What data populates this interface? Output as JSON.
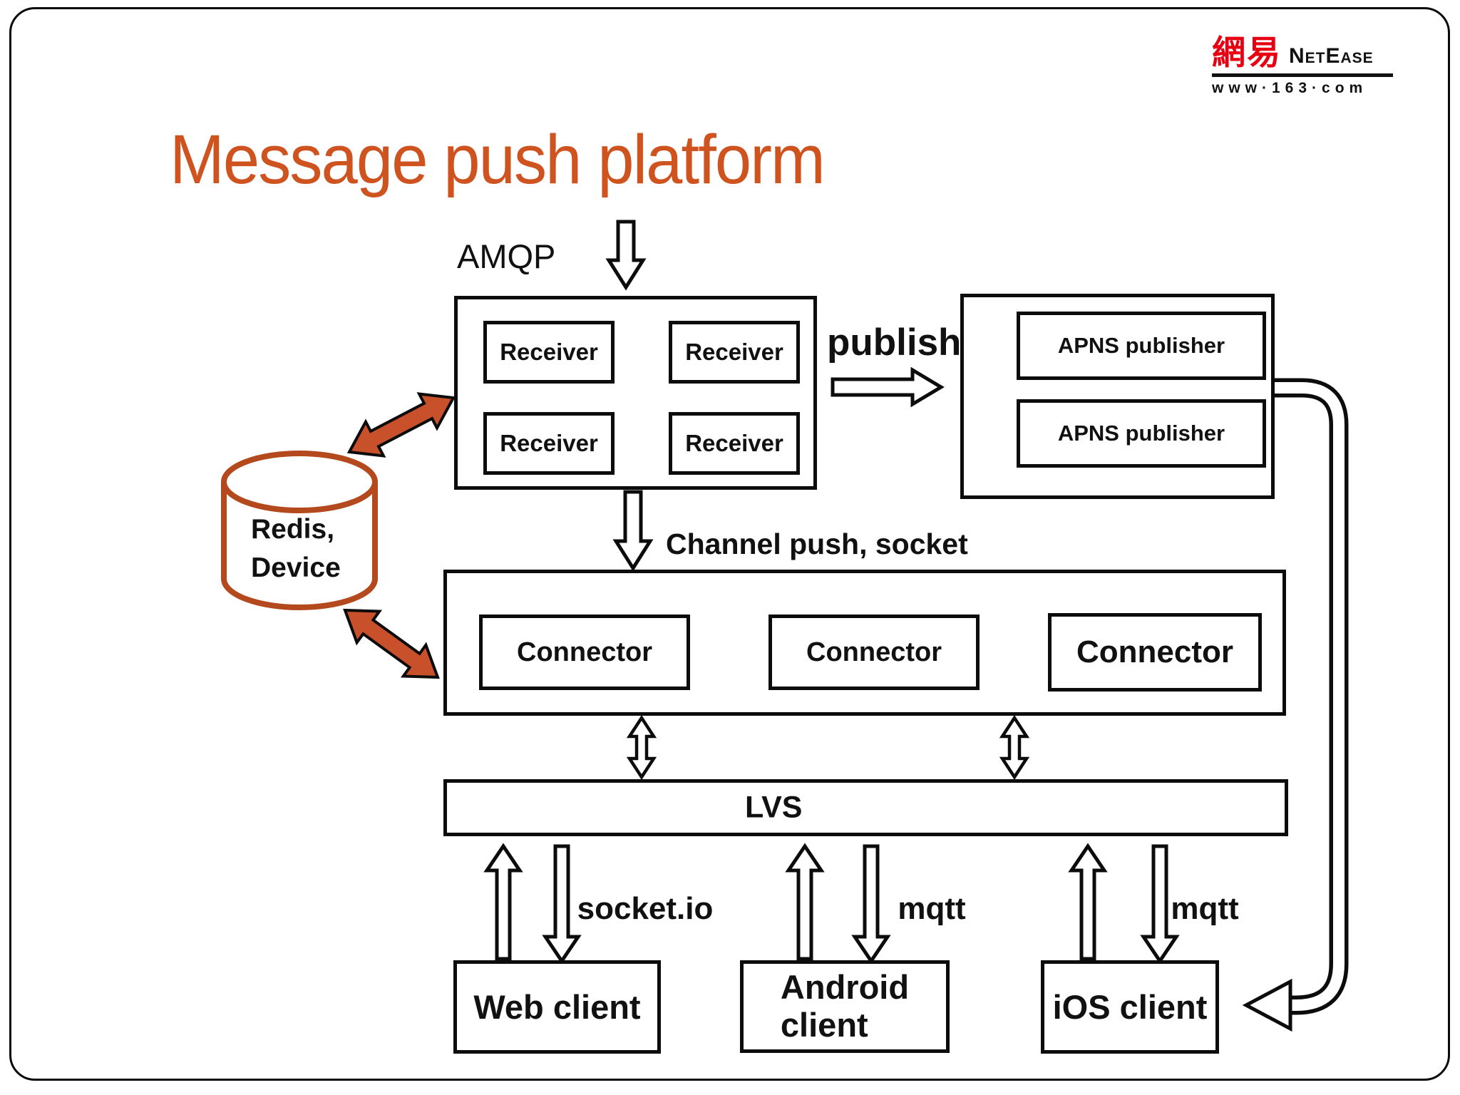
{
  "slide": {
    "title": "Message push platform",
    "logo": {
      "cjk": "網易",
      "brand": "NetEase",
      "url": "www·163·com"
    },
    "labels": {
      "amqp": "AMQP",
      "publish": "publish",
      "channel": "Channel push, socket",
      "socketio": "socket.io",
      "mqtt_android": "mqtt",
      "mqtt_ios": "mqtt"
    },
    "nodes": {
      "receivers": [
        "Receiver",
        "Receiver",
        "Receiver",
        "Receiver"
      ],
      "apns": [
        "APNS publisher",
        "APNS publisher"
      ],
      "connectors": [
        "Connector",
        "Connector",
        "Connector"
      ],
      "datastore": "Redis,\nDevice",
      "lvs": "LVS",
      "clients": {
        "web": "Web client",
        "android": "Android\nclient",
        "ios": "iOS client"
      }
    },
    "colors": {
      "accent_title": "#CE531F",
      "arrow_orange": "#C8502B",
      "cylinder_stroke": "#B5491E",
      "logo_red": "#E60012",
      "ink": "#0c0c0c"
    }
  }
}
